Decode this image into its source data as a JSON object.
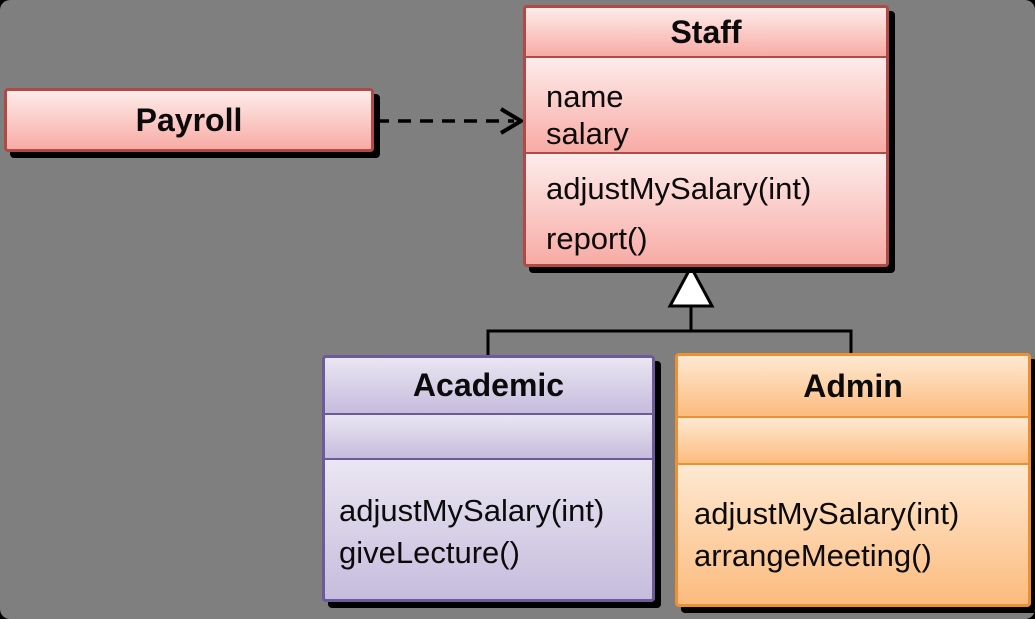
{
  "diagram": {
    "kind": "uml-class-diagram",
    "background_color": "#7f7f7f",
    "classes": {
      "payroll": {
        "title": "Payroll",
        "attributes": [],
        "methods": [],
        "fill_top": "#fdeceb",
        "fill_bottom": "#f6a29c",
        "border_color": "#b04a45"
      },
      "staff": {
        "title": "Staff",
        "attributes": [
          "name",
          "salary"
        ],
        "methods": [
          "adjustMySalary(int)",
          "report()"
        ],
        "fill_top": "#fdeceb",
        "fill_bottom": "#f8aba5",
        "border_color": "#b04a45"
      },
      "academic": {
        "title": "Academic",
        "attributes": [],
        "methods": [
          "adjustMySalary(int)",
          "giveLecture()"
        ],
        "fill_top": "#eae6f2",
        "fill_bottom": "#c6bcdd",
        "border_color": "#6d5a9a"
      },
      "admin": {
        "title": "Admin",
        "attributes": [],
        "methods": [
          "adjustMySalary(int)",
          "arrangeMeeting()"
        ],
        "fill_top": "#fee9d2",
        "fill_bottom": "#fcbb7e",
        "border_color": "#ec9132"
      }
    },
    "relations": [
      {
        "type": "dependency",
        "from": "Payroll",
        "to": "Staff",
        "line_style": "dashed",
        "arrowhead": "open"
      },
      {
        "type": "generalization",
        "from": "Academic",
        "to": "Staff",
        "arrowhead": "hollow-triangle"
      },
      {
        "type": "generalization",
        "from": "Admin",
        "to": "Staff",
        "arrowhead": "hollow-triangle"
      }
    ]
  }
}
